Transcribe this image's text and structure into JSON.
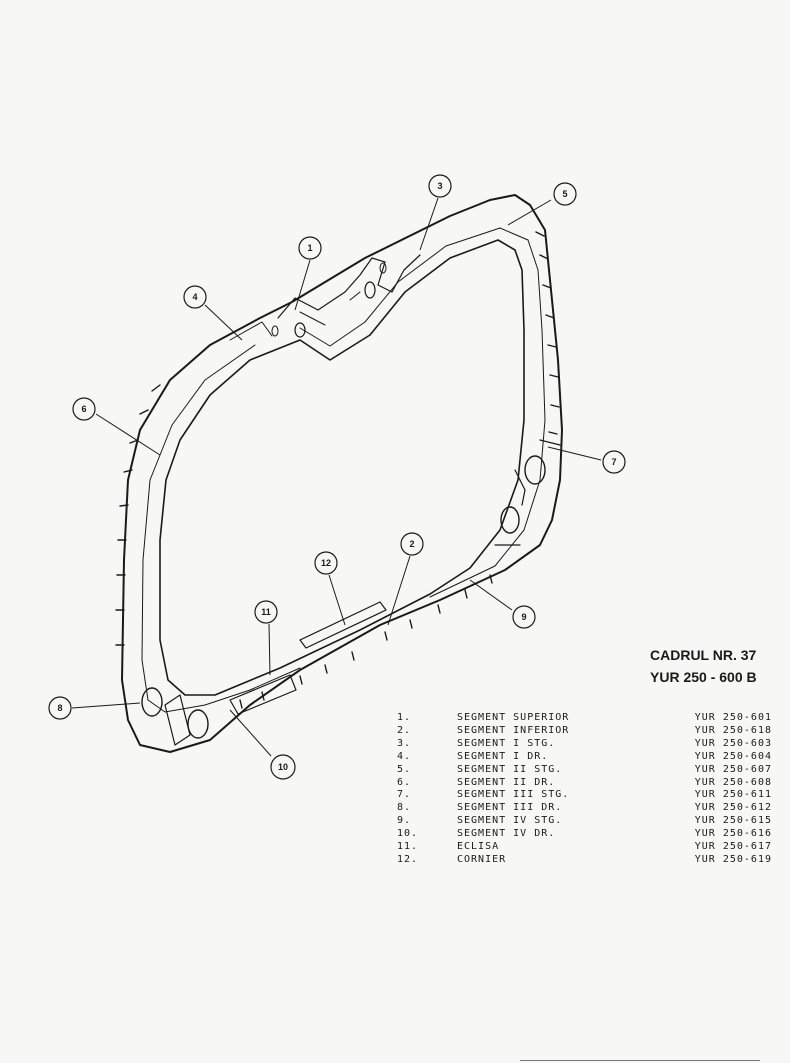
{
  "title": {
    "line1": "CADRUL NR. 37",
    "line2": "YUR 250 - 600 B"
  },
  "callouts": [
    "1",
    "2",
    "3",
    "4",
    "5",
    "6",
    "7",
    "8",
    "9",
    "10",
    "11",
    "12"
  ],
  "parts": [
    {
      "no": "1.",
      "name": "SEGMENT SUPERIOR",
      "code": "YUR 250-601"
    },
    {
      "no": "2.",
      "name": "SEGMENT INFERIOR",
      "code": "YUR 250-618"
    },
    {
      "no": "3.",
      "name": "SEGMENT I STG.",
      "code": "YUR 250-603"
    },
    {
      "no": "4.",
      "name": "SEGMENT I DR.",
      "code": "YUR 250-604"
    },
    {
      "no": "5.",
      "name": "SEGMENT II STG.",
      "code": "YUR 250-607"
    },
    {
      "no": "6.",
      "name": "SEGMENT II DR.",
      "code": "YUR 250-608"
    },
    {
      "no": "7.",
      "name": "SEGMENT III STG.",
      "code": "YUR 250-611"
    },
    {
      "no": "8.",
      "name": "SEGMENT III DR.",
      "code": "YUR 250-612"
    },
    {
      "no": "9.",
      "name": "SEGMENT IV STG.",
      "code": "YUR 250-615"
    },
    {
      "no": "10.",
      "name": "SEGMENT IV DR.",
      "code": "YUR 250-616"
    },
    {
      "no": "11.",
      "name": "ECLISA",
      "code": "YUR 250-617"
    },
    {
      "no": "12.",
      "name": "CORNIER",
      "code": "YUR 250-619"
    }
  ]
}
